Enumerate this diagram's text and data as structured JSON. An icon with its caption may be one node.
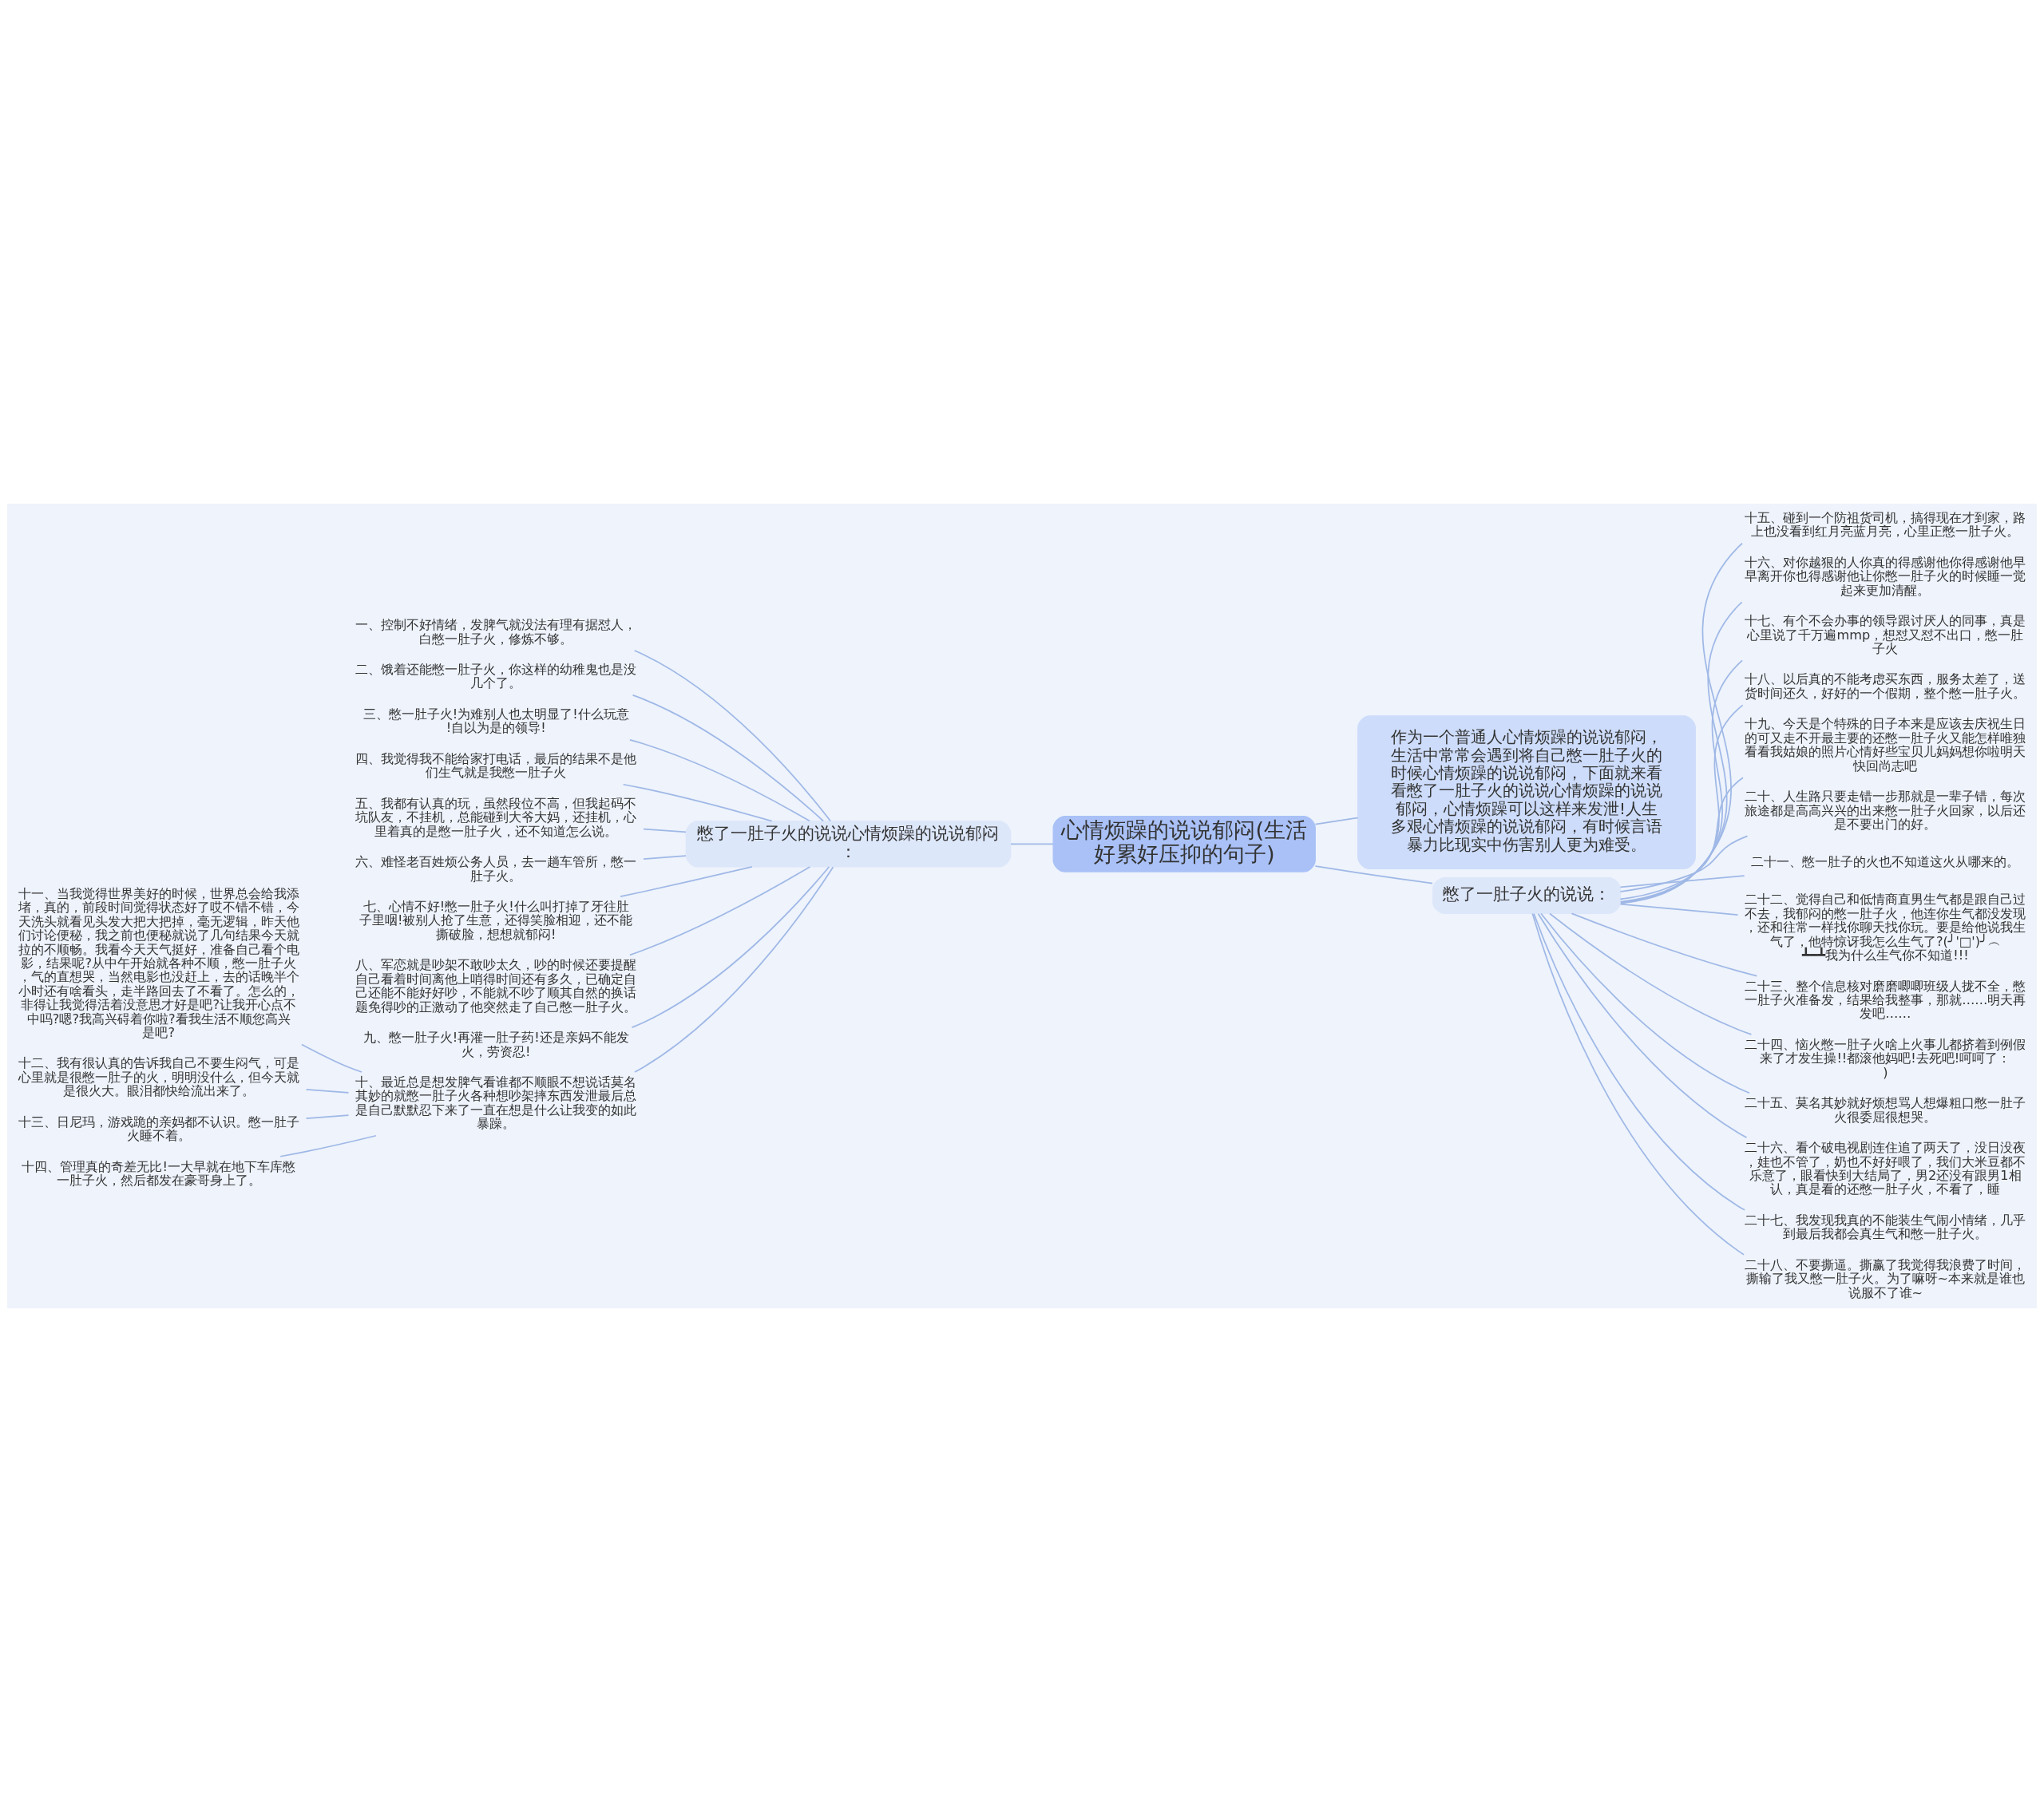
{
  "diagram": {
    "nodes": [
      {
        "text": [
          "心情烦躁的说说郁闷(生活好累好压抑的句子)"
        ]
      },
      {
        "text": [
          "作为一个普通人心情烦躁的说说郁闷，生活中常常会遇到将自己憋一肚子火的时候心情烦躁的说说郁闷，下面就来看看憋了一肚子火的说说心情烦躁的说说郁闷，心情烦躁可以这样来发泄!人生多艰心情烦躁的说说郁闷，有时候言语暴力比现实中伤害别人更为难受。"
        ]
      },
      {
        "text": [
          "憋了一肚子火的说说心情烦躁的说说郁闷："
        ]
      },
      {
        "text": [
          "一、控制不好情绪，发脾气就没法有理有据怼人，白憋一肚子火，修炼不够。"
        ]
      },
      {
        "text": [
          "二、饿着还能憋一肚子火，你这样的幼稚鬼也是没几个了。"
        ]
      },
      {
        "text": [
          "三、憋一肚子火!为难别人也太明显了!什么玩意!自以为是的领导!"
        ]
      },
      {
        "text": [
          "四、我觉得我不能给家打电话，最后的结果不是他们生气就是我憋一肚子火"
        ]
      },
      {
        "text": [
          "五、我都有认真的玩，虽然段位不高，但我起码不坑队友，不挂机，总能碰到大爷大妈，还挂机，心里着真的是憋一肚子火，还不知道怎么说。"
        ]
      },
      {
        "text": [
          "六、难怪老百姓烦公务人员，去一趟车管所，憋一肚子火。"
        ]
      },
      {
        "text": [
          "七、心情不好!憋一肚子火!什么叫打掉了牙往肚子里咽!被别人抢了生意，还得笑脸相迎，还不能撕破脸，想想就郁闷!"
        ]
      },
      {
        "text": [
          "八、军恋就是吵架不敢吵太久，吵的时候还要提醒自己看着时间离他上哨得时间还有多久，已确定自己还能不能好好吵，不能就不吵了顺其自然的换话题免得吵的正激动了他突然走了自己憋一肚子火。"
        ]
      },
      {
        "text": [
          "九、憋一肚子火!再灌一肚子药!还是亲妈不能发火，劳资忍!"
        ]
      },
      {
        "text": [
          "十、最近总是想发脾气看谁都不顺眼不想说话莫名其妙的就憋一肚子火各种想吵架摔东西发泄最后总是自己默默忍下来了一直在想是什么让我变的如此暴躁。"
        ]
      },
      {
        "text": [
          "十一、当我觉得世界美好的时候，世界总会给我添堵，真的，前段时间觉得状态好了哎不错不错，今天洗头就看见头发大把大把掉，毫无逻辑，昨天他们讨论便秘，我之前也便秘就说了几句结果今天就拉的不顺畅。我看今天天气挺好，准备自己看个电影，结果呢?从中午开始就各种不顺，憋一肚子火，气的直想哭，当然电影也没赶上，去的话晚半个小时还有啥看头，走半路回去了不看了。怎么的，非得让我觉得活着没意思才好是吧?让我开心点不中吗?嗯?我高兴碍着你啦?看我生活不顺您高兴是吧?"
        ]
      },
      {
        "text": [
          "十二、我有很认真的告诉我自己不要生闷气，可是心里就是很憋一肚子的火，明明没什么，但今天就是很火大。眼泪都快给流出来了。"
        ]
      },
      {
        "text": [
          "十三、日尼玛，游戏跪的亲妈都不认识。憋一肚子火睡不着。"
        ]
      },
      {
        "text": [
          "十四、管理真的奇差无比!一大早就在地下车库憋一肚子火，然后都发在豪哥身上了。"
        ]
      },
      {
        "text": [
          "憋了一肚子火的说说："
        ]
      },
      {
        "text": [
          "十五、碰到一个防祖货司机，搞得现在才到家，路上也没看到红月亮蓝月亮，心里正憋一肚子火。"
        ]
      },
      {
        "text": [
          "十六、对你越狠的人你真的得感谢他你得感谢他早早离开你也得感谢他让你憋一肚子火的时候睡一觉起来更加清醒。"
        ]
      },
      {
        "text": [
          "十七、有个不会办事的领导跟讨厌人的同事，真是心里说了千万遍mmp，想怼又怼不出口，憋一肚子火"
        ]
      },
      {
        "text": [
          "十八、以后真的不能考虑买东西，服务太差了，送货时间还久，好好的一个假期，整个憋一肚子火。"
        ]
      },
      {
        "text": [
          "十九、今天是个特殊的日子本来是应该去庆祝生日的可又走不开最主要的还憋一肚子火又能怎样唯独看看我姑娘的照片心情好些宝贝儿妈妈想你啦明天快回尚志吧"
        ]
      },
      {
        "text": [
          "二十、人生路只要走错一步那就是一辈子错，每次旅途都是高高兴兴的出来憋一肚子火回家，以后还是不要出门的好。"
        ]
      },
      {
        "text": [
          "二十一、憋一肚子的火也不知道这火从哪来的。"
        ]
      },
      {
        "text": [
          "二十二、觉得自己和低情商直男生气都是跟自己过不去，我郁闷的憋一肚子火，他连你生气都没发现，还和往常一样找你聊天找你玩。要是给他说我生气了，他特惊讶我怎么生气了?(╯'□')╯︵┻━┻我为什么生气你不知道!!!"
        ]
      },
      {
        "text": [
          "二十三、整个信息核对磨磨唧唧班级人拢不全，憋一肚子火准备发，结果给我整事，那就……明天再发吧……"
        ]
      },
      {
        "text": [
          "二十四、恼火憋一肚子火啥上火事儿都挤着到例假来了才发生操!!都滚他妈吧!去死吧!呵呵了：)"
        ]
      },
      {
        "text": [
          "二十五、莫名其妙就好烦想骂人想爆粗口憋一肚子火很委屈很想哭。"
        ]
      },
      {
        "text": [
          "二十六、看个破电视剧连住追了两天了，没日没夜，娃也不管了，奶也不好好喂了，我们大米豆都不乐意了，眼看快到大结局了，男2还没有跟男1相认，真是看的还憋一肚子火，不看了，睡"
        ]
      },
      {
        "text": [
          "二十七、我发现我真的不能装生气闹小情绪，几乎到最后我都会真生气和憋一肚子火。"
        ]
      },
      {
        "text": [
          "二十八、不要撕逼。撕赢了我觉得我浪费了时间，撕输了我又憋一肚子火。为了嘛呀~本来就是谁也说服不了谁~"
        ]
      }
    ],
    "edges": [
      {
        "from": 0,
        "to": 1,
        "arrow": "none"
      },
      {
        "from": 0,
        "to": 2,
        "arrow": "none"
      },
      {
        "from": 2,
        "to": 3,
        "arrow": "none"
      },
      {
        "from": 2,
        "to": 4,
        "arrow": "none"
      },
      {
        "from": 2,
        "to": 5,
        "arrow": "none"
      },
      {
        "from": 2,
        "to": 6,
        "arrow": "none"
      },
      {
        "from": 2,
        "to": 7,
        "arrow": "none"
      },
      {
        "from": 2,
        "to": 8,
        "arrow": "none"
      },
      {
        "from": 2,
        "to": 9,
        "arrow": "none"
      },
      {
        "from": 2,
        "to": 10,
        "arrow": "none"
      },
      {
        "from": 2,
        "to": 11,
        "arrow": "none"
      },
      {
        "from": 2,
        "to": 12,
        "arrow": "none"
      },
      {
        "from": 12,
        "to": 13,
        "arrow": "none"
      },
      {
        "from": 12,
        "to": 14,
        "arrow": "none"
      },
      {
        "from": 12,
        "to": 15,
        "arrow": "none"
      },
      {
        "from": 12,
        "to": 16,
        "arrow": "none"
      },
      {
        "from": 0,
        "to": 17,
        "arrow": "none"
      },
      {
        "from": 17,
        "to": 18,
        "arrow": "none"
      },
      {
        "from": 17,
        "to": 19,
        "arrow": "none"
      },
      {
        "from": 17,
        "to": 20,
        "arrow": "none"
      },
      {
        "from": 17,
        "to": 21,
        "arrow": "none"
      },
      {
        "from": 17,
        "to": 22,
        "arrow": "none"
      },
      {
        "from": 17,
        "to": 23,
        "arrow": "none"
      },
      {
        "from": 17,
        "to": 24,
        "arrow": "none"
      },
      {
        "from": 17,
        "to": 25,
        "arrow": "none"
      },
      {
        "from": 17,
        "to": 26,
        "arrow": "none"
      },
      {
        "from": 17,
        "to": 27,
        "arrow": "none"
      },
      {
        "from": 17,
        "to": 28,
        "arrow": "none"
      },
      {
        "from": 17,
        "to": 29,
        "arrow": "none"
      },
      {
        "from": 17,
        "to": 30,
        "arrow": "none"
      },
      {
        "from": 17,
        "to": 31,
        "arrow": "none"
      }
    ]
  }
}
